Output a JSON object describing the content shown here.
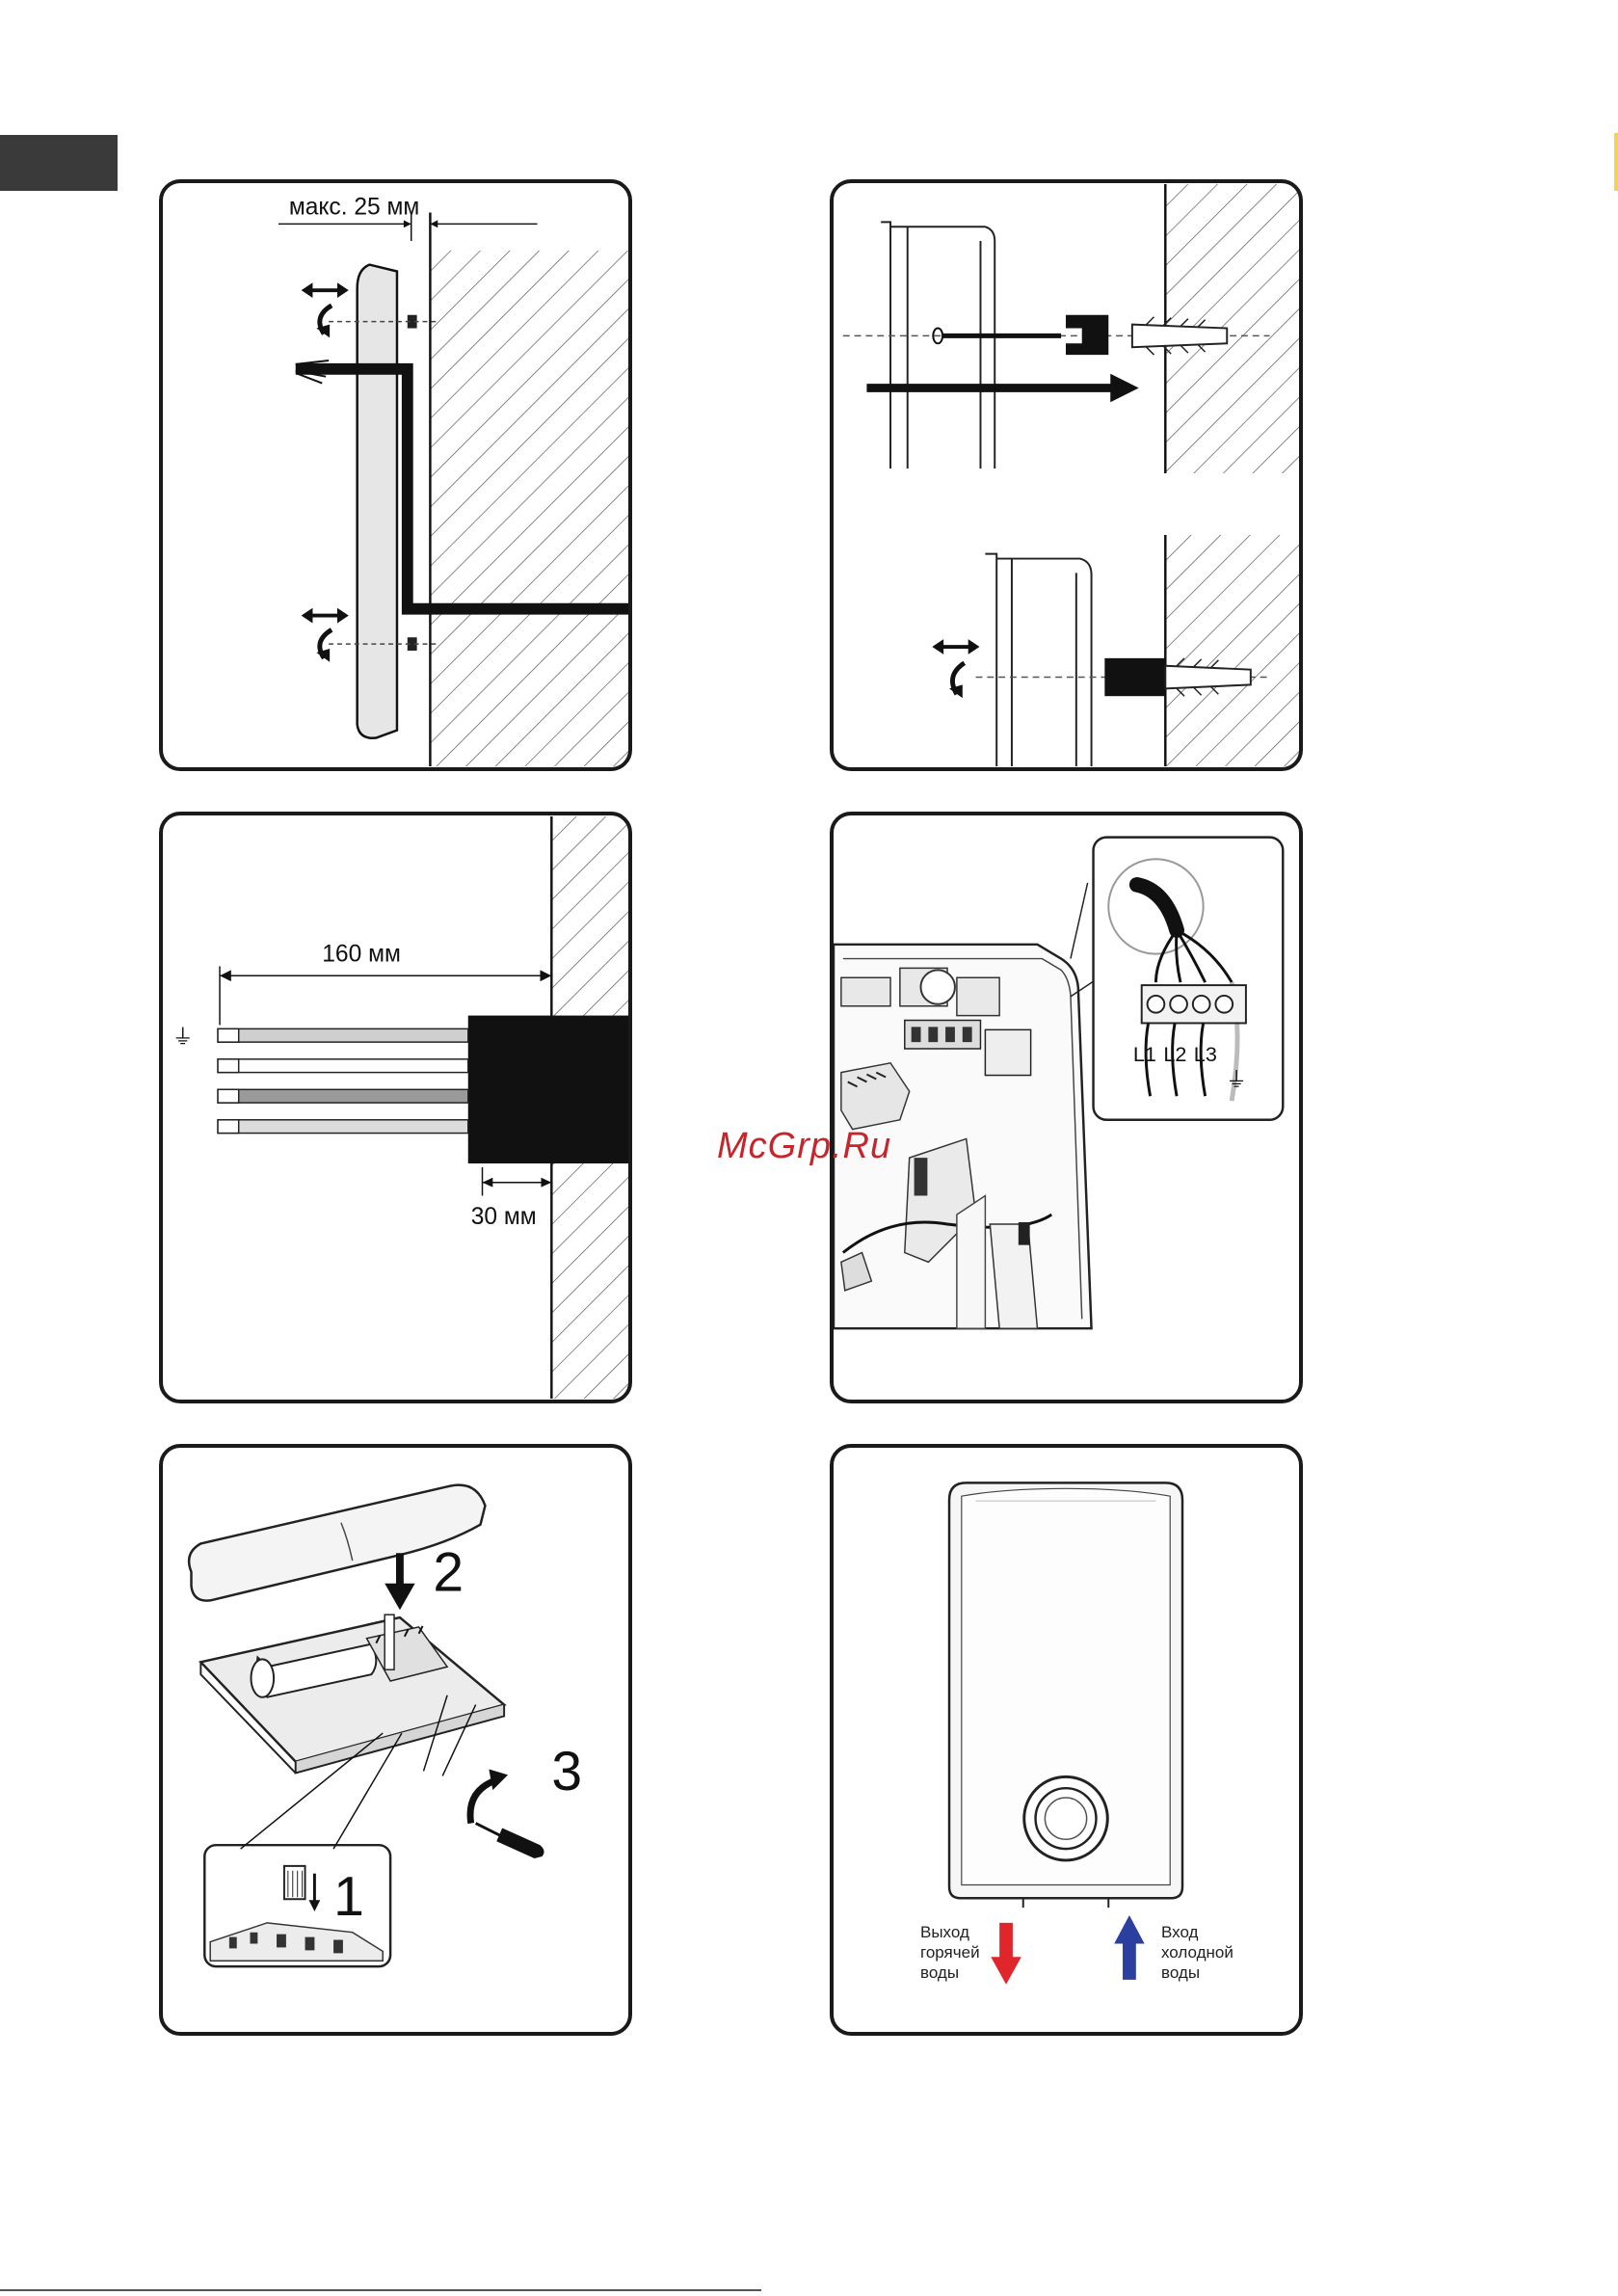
{
  "page": {
    "watermark": "McGrp.Ru",
    "tab_marker_color": "#3a3a3a"
  },
  "figures": {
    "fig1": {
      "label_max_gap": "макс. 25 мм"
    },
    "fig2": {},
    "fig3": {
      "label_length": "160 мм",
      "label_stub": "30 мм",
      "earth_symbol": "⏚"
    },
    "fig4": {
      "terminals": [
        "L1",
        "L2",
        "L3"
      ],
      "earth_symbol": "⏚"
    },
    "fig5": {
      "steps": [
        "1",
        "2",
        "3"
      ]
    },
    "fig6": {
      "outlet_hot": {
        "lines": [
          "Выход",
          "горячей",
          "воды"
        ],
        "color": "#e0262b"
      },
      "inlet_cold": {
        "lines": [
          "Вход",
          "холодной",
          "воды"
        ],
        "color": "#2a3f9f"
      }
    }
  }
}
